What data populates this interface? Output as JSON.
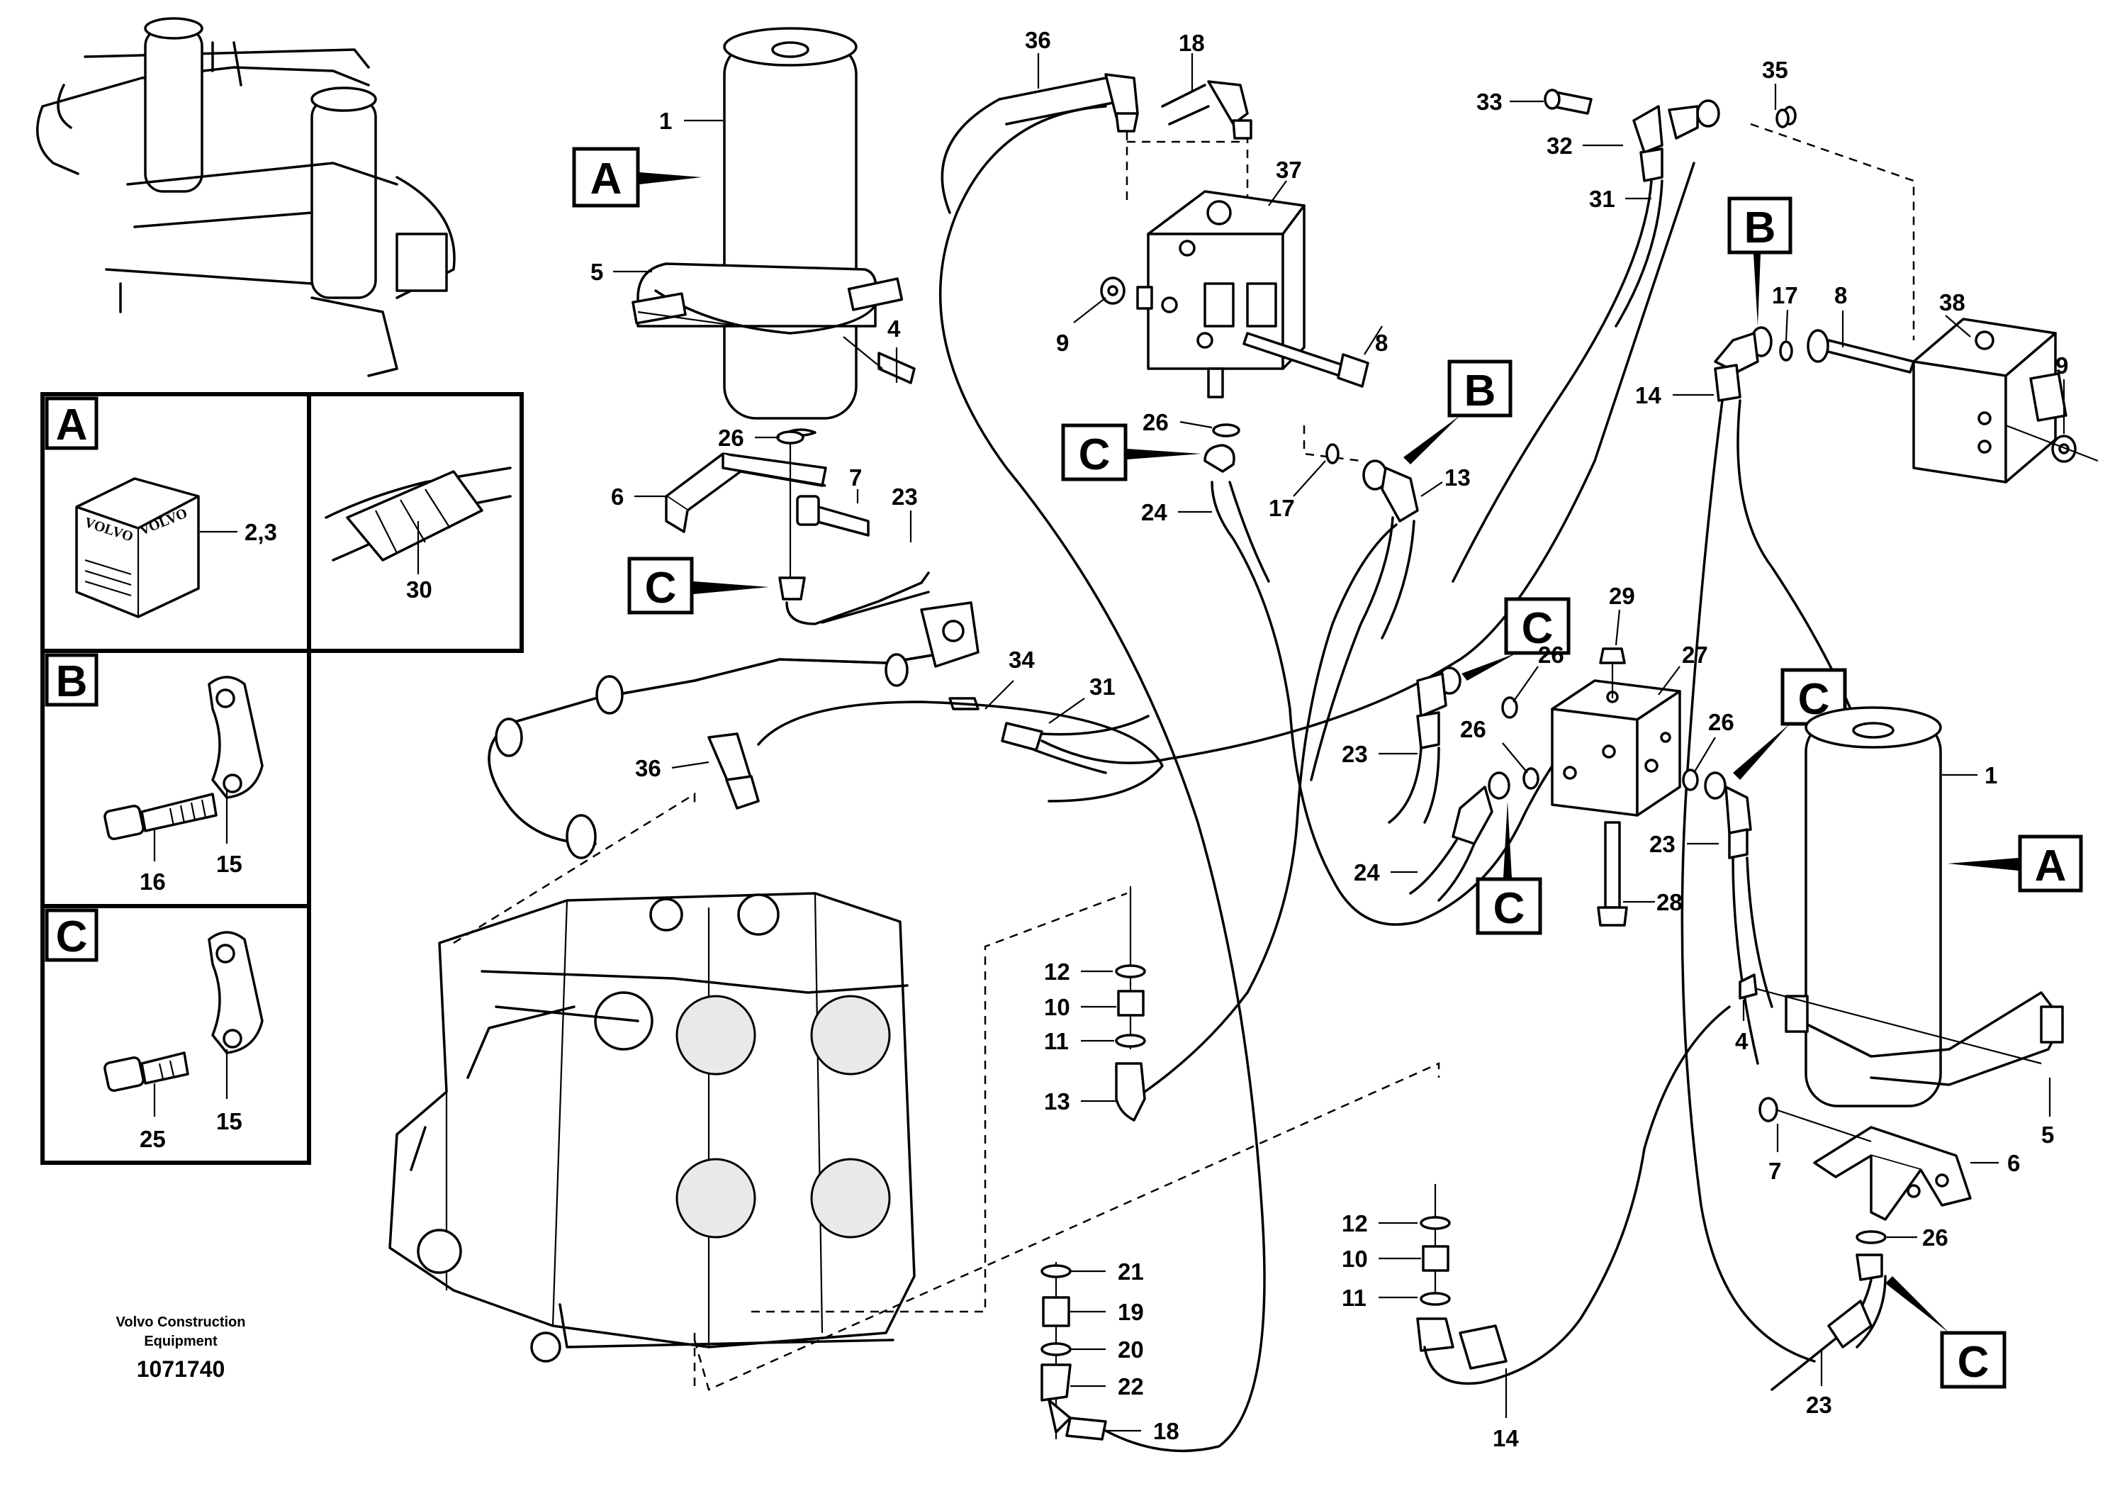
{
  "figure": {
    "box_refs": {
      "a": "A",
      "b": "B",
      "c": "C"
    },
    "legend": {
      "A": {
        "letter": "A",
        "items": [
          "2,3",
          "30"
        ],
        "logo_text": "VOLVO"
      },
      "B": {
        "letter": "B",
        "items": [
          "16",
          "15"
        ]
      },
      "C": {
        "letter": "C",
        "items": [
          "25",
          "15"
        ]
      }
    },
    "credit": {
      "line1": "Volvo Construction",
      "line2": "Equipment",
      "number": "1071740"
    },
    "callouts": {
      "c1a": "1",
      "c1b": "1",
      "c4a": "4",
      "c4b": "4",
      "c5a": "5",
      "c5b": "5",
      "c6a": "6",
      "c6b": "6",
      "c7a": "7",
      "c7b": "7",
      "c8a": "8",
      "c8b": "8",
      "c9a": "9",
      "c9b": "9",
      "c10a": "10",
      "c10b": "10",
      "c11a": "11",
      "c11b": "11",
      "c12a": "12",
      "c12b": "12",
      "c13a": "13",
      "c13b": "13",
      "c14a": "14",
      "c14b": "14",
      "c17a": "17",
      "c17b": "17",
      "c18a": "18",
      "c18b": "18",
      "c19": "19",
      "c20": "20",
      "c21": "21",
      "c22": "22",
      "c23a": "23",
      "c23b": "23",
      "c23c": "23",
      "c23d": "23",
      "c24a": "24",
      "c24b": "24",
      "c26a": "26",
      "c26b": "26",
      "c26c": "26",
      "c26d": "26",
      "c26e": "26",
      "c26f": "26",
      "c27": "27",
      "c28": "28",
      "c29": "29",
      "c31a": "31",
      "c31b": "31",
      "c32": "32",
      "c33": "33",
      "c34": "34",
      "c35": "35",
      "c36a": "36",
      "c36b": "36",
      "c37": "37",
      "c38": "38"
    }
  }
}
